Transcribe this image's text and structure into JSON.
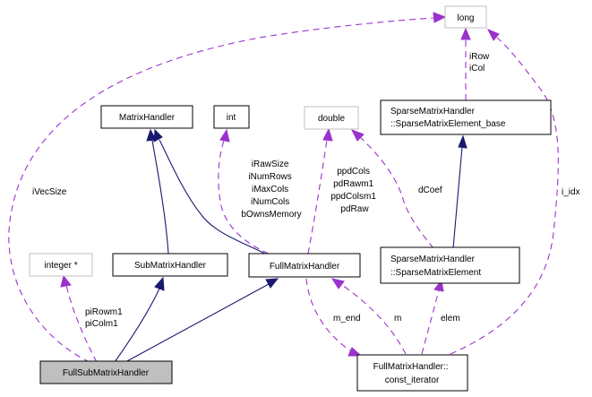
{
  "diagram": {
    "type": "collaboration-graph",
    "nodes": {
      "long": {
        "label": [
          "long"
        ],
        "kind": "external"
      },
      "double": {
        "label": [
          "double"
        ],
        "kind": "external"
      },
      "int": {
        "label": [
          "int"
        ],
        "kind": "class"
      },
      "matrix_handler": {
        "label": [
          "MatrixHandler"
        ],
        "kind": "class"
      },
      "sparse_base": {
        "label": [
          "SparseMatrixHandler",
          "::SparseMatrixElement_base"
        ],
        "kind": "class"
      },
      "integer_ptr": {
        "label": [
          "integer *"
        ],
        "kind": "external"
      },
      "sub_matrix_handler": {
        "label": [
          "SubMatrixHandler"
        ],
        "kind": "class"
      },
      "full_matrix_handler": {
        "label": [
          "FullMatrixHandler"
        ],
        "kind": "class"
      },
      "sparse_element": {
        "label": [
          "SparseMatrixHandler",
          "::SparseMatrixElement"
        ],
        "kind": "class"
      },
      "full_sub_matrix_handler": {
        "label": [
          "FullSubMatrixHandler"
        ],
        "kind": "focus"
      },
      "const_iterator": {
        "label": [
          "FullMatrixHandler::",
          "const_iterator"
        ],
        "kind": "class"
      }
    },
    "edges": {
      "ivecsize": {
        "from": "full_sub_matrix_handler",
        "to": "long",
        "type": "usage",
        "label": [
          "iVecSize"
        ]
      },
      "pirowm1": {
        "from": "full_sub_matrix_handler",
        "to": "integer_ptr",
        "type": "usage",
        "label": [
          "piRowm1",
          "piColm1"
        ]
      },
      "fsmh_smh": {
        "from": "full_sub_matrix_handler",
        "to": "sub_matrix_handler",
        "type": "inheritance",
        "label": []
      },
      "fsmh_fmh": {
        "from": "full_sub_matrix_handler",
        "to": "full_matrix_handler",
        "type": "inheritance",
        "label": []
      },
      "smh_mh": {
        "from": "sub_matrix_handler",
        "to": "matrix_handler",
        "type": "inheritance",
        "label": []
      },
      "fmh_mh": {
        "from": "full_matrix_handler",
        "to": "matrix_handler",
        "type": "inheritance",
        "label": []
      },
      "fmh_int": {
        "from": "full_matrix_handler",
        "to": "int",
        "type": "usage",
        "label": [
          "iRawSize",
          "iNumRows",
          "iMaxCols",
          "iNumCols",
          "bOwnsMemory"
        ]
      },
      "fmh_double": {
        "from": "full_matrix_handler",
        "to": "double",
        "type": "usage",
        "label": [
          "ppdCols",
          "pdRawm1",
          "ppdColsm1",
          "pdRaw"
        ]
      },
      "sme_double": {
        "from": "sparse_element",
        "to": "double",
        "type": "usage",
        "label": [
          "dCoef"
        ]
      },
      "sme_base": {
        "from": "sparse_element",
        "to": "sparse_base",
        "type": "inheritance",
        "label": []
      },
      "base_long": {
        "from": "sparse_base",
        "to": "long",
        "type": "usage",
        "label": [
          "iRow",
          "iCol"
        ]
      },
      "ci_long": {
        "from": "const_iterator",
        "to": "long",
        "type": "usage",
        "label": [
          "i_idx"
        ]
      },
      "m_end": {
        "from": "full_matrix_handler",
        "to": "const_iterator",
        "type": "usage",
        "label": [
          "m_end"
        ]
      },
      "m": {
        "from": "const_iterator",
        "to": "full_matrix_handler",
        "type": "usage",
        "label": [
          "m"
        ]
      },
      "elem": {
        "from": "const_iterator",
        "to": "sparse_element",
        "type": "usage",
        "label": [
          "elem"
        ]
      }
    },
    "colors": {
      "inheritance_edge": "#191970",
      "usage_edge": "#9a32cd",
      "focus_fill": "#bfbfbf",
      "external_border": "#bfbfbf",
      "node_border": "#000000"
    }
  }
}
